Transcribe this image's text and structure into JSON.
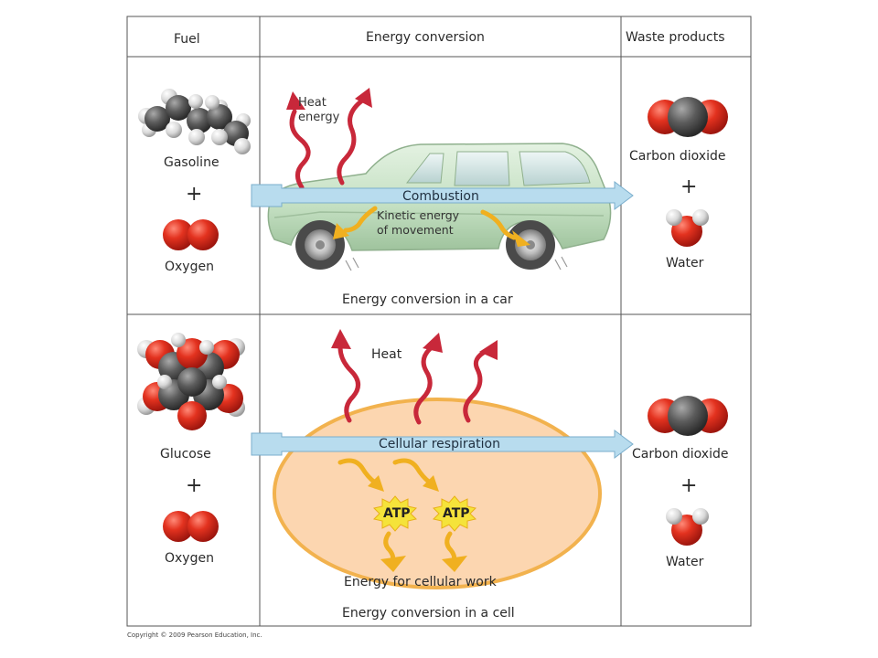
{
  "headers": {
    "fuel": "Fuel",
    "conversion": "Energy conversion",
    "waste": "Waste products"
  },
  "car_row": {
    "fuel_1": "Gasoline",
    "plus": "+",
    "fuel_2": "Oxygen",
    "heat_label": "Heat\nenergy",
    "process": "Combustion",
    "kinetic_label": "Kinetic energy\nof movement",
    "caption": "Energy conversion in a car",
    "waste_1": "Carbon dioxide",
    "waste_2": "Water"
  },
  "cell_row": {
    "fuel_1": "Glucose",
    "plus": "+",
    "fuel_2": "Oxygen",
    "heat_label": "Heat",
    "process": "Cellular respiration",
    "atp_1": "ATP",
    "atp_2": "ATP",
    "work_label": "Energy for cellular work",
    "caption": "Energy conversion in a cell",
    "waste_1": "Carbon dioxide",
    "waste_2": "Water"
  },
  "copyright": "Copyright © 2009 Pearson Education, Inc.",
  "colors": {
    "grid": "#555555",
    "arrow_fill": "#b8dcee",
    "arrow_stroke": "#7aaecc",
    "heat_arrow": "#c8283a",
    "yellow_arrow": "#f0b020",
    "cell_fill": "#fcd6b0",
    "cell_border": "#f2b24e",
    "car_body": "#c9e3c7",
    "oxygen_red": "#dc2f24",
    "carbon_gray": "#5b5b5b",
    "hydrogen_white": "#e6e6e6"
  }
}
